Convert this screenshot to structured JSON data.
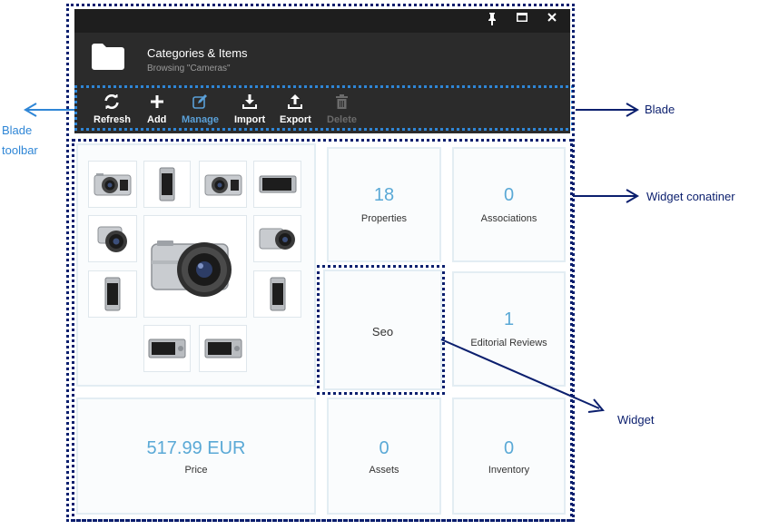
{
  "window": {
    "controls": [
      "pin-icon",
      "maximize-icon",
      "close-icon"
    ]
  },
  "blade": {
    "icon": "folder-icon",
    "title": "Categories & Items",
    "subtitle": "Browsing \"Cameras\""
  },
  "toolbar": {
    "items": [
      {
        "label": "Refresh",
        "icon": "refresh-icon",
        "state": "normal"
      },
      {
        "label": "Add",
        "icon": "plus-icon",
        "state": "normal"
      },
      {
        "label": "Manage",
        "icon": "edit-icon",
        "state": "active"
      },
      {
        "label": "Import",
        "icon": "download-icon",
        "state": "normal"
      },
      {
        "label": "Export",
        "icon": "upload-icon",
        "state": "normal"
      },
      {
        "label": "Delete",
        "icon": "trash-icon",
        "state": "disabled"
      }
    ]
  },
  "widgets": {
    "properties": {
      "value": "18",
      "label": "Properties"
    },
    "associations": {
      "value": "0",
      "label": "Associations"
    },
    "seo": {
      "label": "Seo"
    },
    "reviews": {
      "value": "1",
      "label": "Editorial Reviews"
    },
    "price": {
      "value": "517.99 EUR",
      "label": "Price"
    },
    "assets": {
      "value": "0",
      "label": "Assets"
    },
    "inventory": {
      "value": "0",
      "label": "Inventory"
    }
  },
  "annotations": {
    "blade_toolbar": [
      "Blade",
      "toolbar"
    ],
    "blade": "Blade",
    "widget_container": "Widget conatiner",
    "widget": "Widget"
  },
  "colors": {
    "header_bg": "#2b2b2b",
    "accent": "#5aa9d6",
    "annotation_dark": "#0b1f6e",
    "annotation_light": "#2f86d6"
  }
}
